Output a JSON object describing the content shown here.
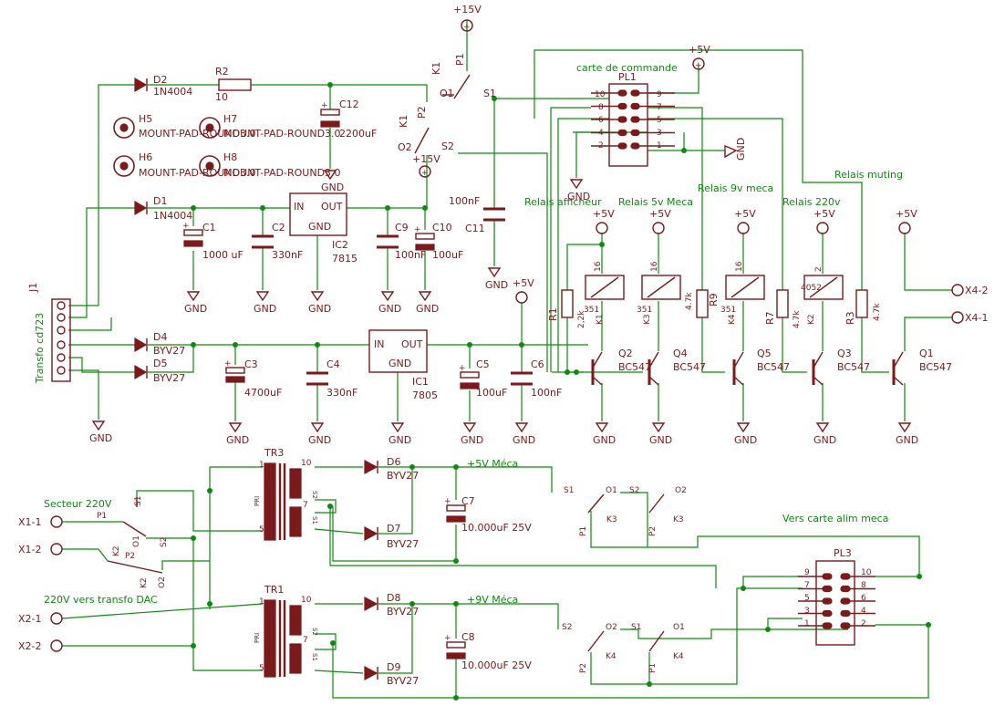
{
  "schematic": {
    "supply_labels": {
      "p15_top": "+15V",
      "p15_mid": "+15V",
      "p5_a": "+5V",
      "p5_pl1": "+5V",
      "gnd": "GND"
    },
    "nets": {
      "p5meca": "+5V Méca",
      "p9meca": "+9V Méca",
      "cmd": "carte de commande",
      "alim": "Vers carte alim meca",
      "secteur": "Secteur 220V",
      "dac": "220V vers transfo DAC",
      "transfo": "Transfo cd723"
    },
    "relay_groups": {
      "afficheur": "Relais afficheur",
      "r5v": "Relais 5v Meca",
      "r9v": "Relais 9v meca",
      "r220": "Relais 220v",
      "muting": "Relais muting"
    },
    "components": {
      "D1": {
        "ref": "D1",
        "value": "1N4004"
      },
      "D2": {
        "ref": "D2",
        "value": "1N4004"
      },
      "D4": {
        "ref": "D4",
        "value": "BYV27"
      },
      "D5": {
        "ref": "D5",
        "value": "BYV27"
      },
      "D6": {
        "ref": "D6",
        "value": "BYV27"
      },
      "D7": {
        "ref": "D7",
        "value": "BYV27"
      },
      "D8": {
        "ref": "D8",
        "value": "BYV27"
      },
      "D9": {
        "ref": "D9",
        "value": "BYV27"
      },
      "R2": {
        "ref": "R2",
        "value": "10"
      },
      "C1": {
        "ref": "C1",
        "value": "1000 uF"
      },
      "C2": {
        "ref": "C2",
        "value": "330nF"
      },
      "C3": {
        "ref": "C3",
        "value": "4700uF"
      },
      "C4": {
        "ref": "C4",
        "value": "330nF"
      },
      "C5": {
        "ref": "C5",
        "value": "100uF"
      },
      "C6": {
        "ref": "C6",
        "value": "100nF"
      },
      "C7": {
        "ref": "C7",
        "value": "10.000uF 25V"
      },
      "C8": {
        "ref": "C8",
        "value": "10.000uF 25V"
      },
      "C9": {
        "ref": "C9",
        "value": "100nF"
      },
      "C10": {
        "ref": "C10",
        "value": "100uF"
      },
      "C11": {
        "ref": "C11",
        "value": "100nF"
      },
      "C12": {
        "ref": "C12",
        "value": "2200uF"
      },
      "IC1": {
        "ref": "IC1",
        "value": "7805"
      },
      "IC2": {
        "ref": "IC2",
        "value": "7815"
      },
      "J1": {
        "ref": "J1"
      },
      "PL1": {
        "ref": "PL1"
      },
      "PL3": {
        "ref": "PL3"
      },
      "TR1": {
        "ref": "TR1"
      },
      "TR3": {
        "ref": "TR3"
      },
      "Q1": {
        "ref": "Q1",
        "value": "BC547"
      },
      "Q2": {
        "ref": "Q2",
        "value": "BC547"
      },
      "Q3": {
        "ref": "Q3",
        "value": "BC547"
      },
      "Q4": {
        "ref": "Q4",
        "value": "BC547"
      },
      "Q5": {
        "ref": "Q5",
        "value": "BC547"
      },
      "R1": {
        "ref": "R1",
        "value": "2,2k"
      },
      "R3": {
        "ref": "R3",
        "value": "4.7k"
      },
      "R7": {
        "ref": "R7",
        "value": "4.7k"
      },
      "R9": {
        "ref": "R9",
        "value": "4.7k"
      },
      "K1": {
        "ref": "K1",
        "value": "351"
      },
      "K2": {
        "ref": "K2",
        "value": "4052"
      },
      "K3": {
        "ref": "K3",
        "value": "351"
      },
      "K4": {
        "ref": "K4",
        "value": "351"
      }
    },
    "mounts": {
      "h5": "H5",
      "h6": "H6",
      "h7": "H7",
      "h8": "H8",
      "mount_text": "MOUNT-PAD-ROUND3.0"
    },
    "connectors": {
      "x1_1": "X1-1",
      "x1_2": "X1-2",
      "x2_1": "X2-1",
      "x2_2": "X2-2",
      "x4_1": "X4-1",
      "x4_2": "X4-2"
    },
    "pins": {
      "in": "IN",
      "out": "OUT",
      "gnd": "GND",
      "pri": "PRI",
      "s1": "S1",
      "s2": "S2",
      "o1": "O1",
      "o2": "O2",
      "p1": "P1",
      "p2": "P2",
      "k1": "K1",
      "k2": "K2",
      "k3": "K3",
      "k4": "K4",
      "n16": "16",
      "n2": "2",
      "n1": "1",
      "n5": "5",
      "n7": "7",
      "n10": "10",
      "pl1_left": [
        "10",
        "8",
        "6",
        "4",
        "2"
      ],
      "pl1_right": [
        "9",
        "7",
        "5",
        "3",
        "1"
      ],
      "pl3_left": [
        "9",
        "7",
        "5",
        "3",
        "1"
      ],
      "pl3_right": [
        "10",
        "8",
        "6",
        "4",
        "2"
      ]
    }
  }
}
